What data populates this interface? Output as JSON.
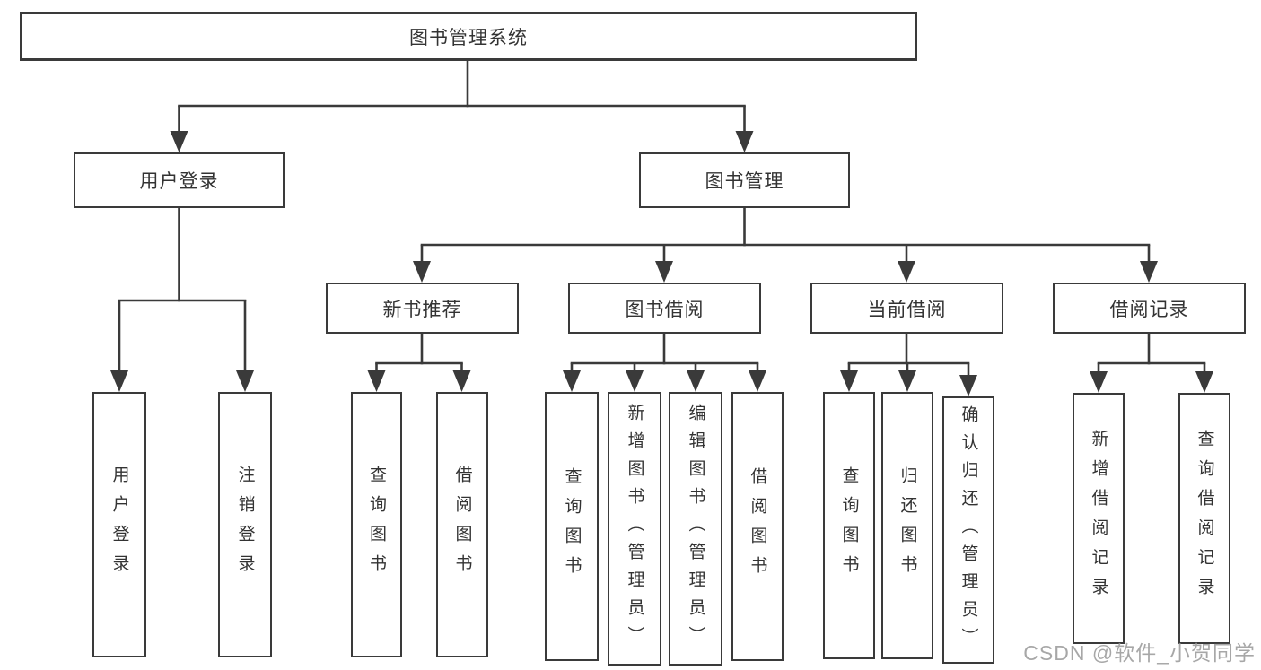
{
  "tree": {
    "label": "图书管理系统",
    "children": [
      {
        "label": "用户登录",
        "children": [
          {
            "label": "用户登录"
          },
          {
            "label": "注销登录"
          }
        ]
      },
      {
        "label": "图书管理",
        "children": [
          {
            "label": "新书推荐",
            "children": [
              {
                "label": "查询图书"
              },
              {
                "label": "借阅图书"
              }
            ]
          },
          {
            "label": "图书借阅",
            "children": [
              {
                "label": "查询图书"
              },
              {
                "label": "新增图书（管理员）"
              },
              {
                "label": "编辑图书（管理员）"
              },
              {
                "label": "借阅图书"
              }
            ]
          },
          {
            "label": "当前借阅",
            "children": [
              {
                "label": "查询图书"
              },
              {
                "label": "归还图书"
              },
              {
                "label": "确认归还（管理员）"
              }
            ]
          },
          {
            "label": "借阅记录",
            "children": [
              {
                "label": "新增借阅记录"
              },
              {
                "label": "查询借阅记录"
              }
            ]
          }
        ]
      }
    ]
  },
  "watermark": {
    "text": "CSDN @软件_小贺同学"
  },
  "colors": {
    "line": "#3a3a3a",
    "text": "#333333",
    "watermark": "#989898",
    "background": "#ffffff"
  }
}
